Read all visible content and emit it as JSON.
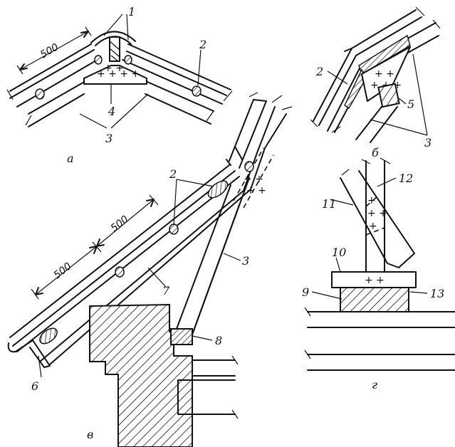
{
  "labels": {
    "a_1": "1",
    "a_2": "2",
    "a_3": "3",
    "a_4": "4",
    "a_dim": "500",
    "a_caption": "а",
    "b_2": "2",
    "b_3": "3",
    "b_5": "5",
    "b_caption": "б",
    "c_2": "2",
    "c_3": "3",
    "c_6": "6",
    "c_7": "7",
    "c_8": "8",
    "c_dim1": "500",
    "c_dim2": "500",
    "c_caption": "в",
    "d_9": "9",
    "d_10": "10",
    "d_11": "11",
    "d_12": "12",
    "d_13": "13",
    "d_caption": "г"
  }
}
